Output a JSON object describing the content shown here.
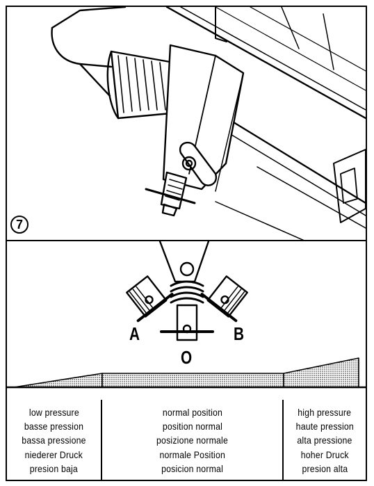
{
  "figure": {
    "number": "7"
  },
  "positions": {
    "left": "A",
    "center": "O",
    "right": "B"
  },
  "columns": [
    {
      "id": "low",
      "lines": [
        "low pressure",
        "basse pression",
        "bassa pressione",
        "niederer Druck",
        "presion baja"
      ]
    },
    {
      "id": "normal",
      "lines": [
        "normal  position",
        "position  normal",
        "posizione  normale",
        "normale  Position",
        "posicion  normal"
      ]
    },
    {
      "id": "high",
      "lines": [
        "high pressure",
        "haute pression",
        "alta  pressione",
        "hoher  Druck",
        "presion  alta"
      ]
    }
  ]
}
